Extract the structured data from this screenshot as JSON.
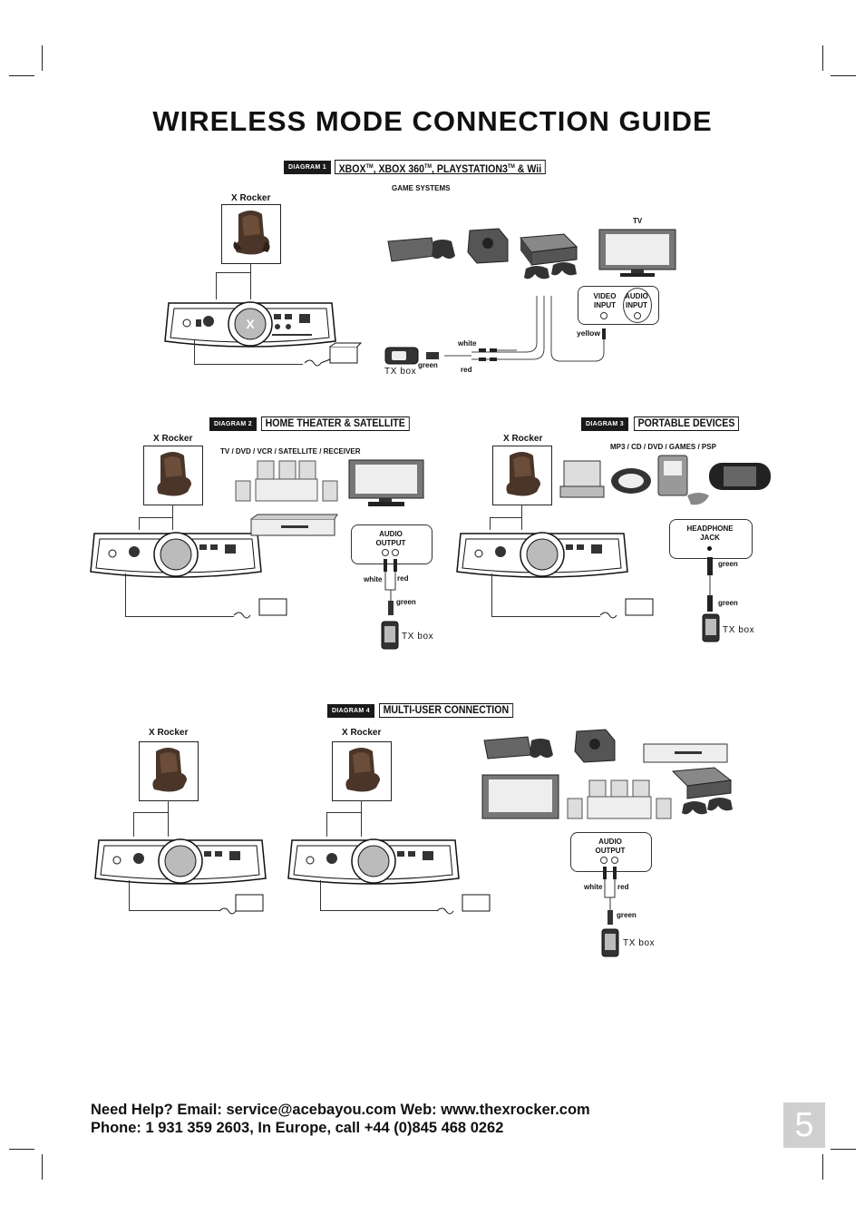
{
  "page": {
    "title": "WIRELESS MODE CONNECTION GUIDE",
    "page_number": "5"
  },
  "diagram1": {
    "tag": "DIAGRAM 1",
    "heading_part1": "XBOX",
    "heading_tm1": "TM",
    "heading_part2": ",  XBOX 360",
    "heading_tm2": "TM",
    "heading_part3": ", PLAYSTATION3",
    "heading_tm3": "TM",
    "heading_part4": " & Wii",
    "sources_label": "GAME SYSTEMS",
    "chair_label": "X Rocker",
    "tv_label": "TV",
    "video_input": "VIDEO INPUT",
    "audio_input": "AUDIO INPUT",
    "yellow": "yellow",
    "white": "white",
    "red": "red",
    "green": "green",
    "tx_box": "TX box"
  },
  "diagram2": {
    "tag": "DIAGRAM 2",
    "heading": "HOME THEATER & SATELLITE",
    "sources_label": "TV / DVD / VCR / SATELLITE / RECEIVER",
    "chair_label": "X Rocker",
    "audio_output": "AUDIO OUTPUT",
    "white": "white",
    "red": "red",
    "green": "green",
    "tx_box": "TX box"
  },
  "diagram3": {
    "tag": "DIAGRAM 3",
    "heading": "PORTABLE DEVICES",
    "sources_label": "MP3 / CD / DVD / GAMES / PSP",
    "chair_label": "X Rocker",
    "headphone_jack": "HEADPHONE JACK",
    "green_top": "green",
    "green_bottom": "green",
    "tx_box": "TX box"
  },
  "diagram4": {
    "tag": "DIAGRAM 4",
    "heading": "MULTI-USER CONNECTION",
    "chair_label_1": "X Rocker",
    "chair_label_2": "X Rocker",
    "audio_output": "AUDIO OUTPUT",
    "white": "white",
    "red": "red",
    "green": "green",
    "tx_box": "TX box"
  },
  "footer": {
    "help_line1": "Need Help?  Email: service@acebayou.com     Web: www.thexrocker.com",
    "help_line2": "Phone: 1 931 359 2603, In Europe, call +44 (0)845 468 0262"
  },
  "icons": [
    "chair-icon",
    "control-panel-icon",
    "power-adapter-icon",
    "tx-box-icon",
    "game-console-icon",
    "tv-icon",
    "receiver-icon",
    "portable-device-icon",
    "plug-icon"
  ]
}
